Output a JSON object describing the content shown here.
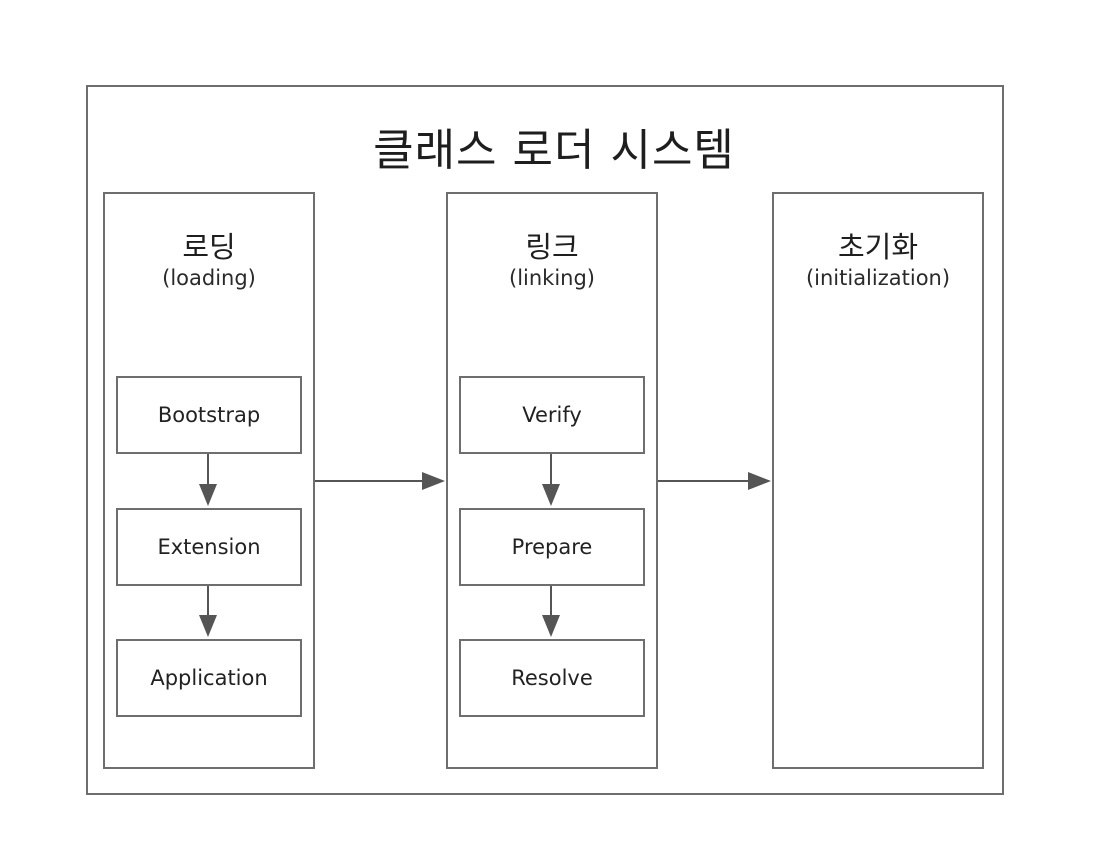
{
  "diagram": {
    "title": "클래스 로더 시스템",
    "stages": [
      {
        "name_kr": "로딩",
        "name_en": "(loading)",
        "steps": [
          "Bootstrap",
          "Extension",
          "Application"
        ]
      },
      {
        "name_kr": "링크",
        "name_en": "(linking)",
        "steps": [
          "Verify",
          "Prepare",
          "Resolve"
        ]
      },
      {
        "name_kr": "초기화",
        "name_en": "(initialization)",
        "steps": []
      }
    ]
  }
}
